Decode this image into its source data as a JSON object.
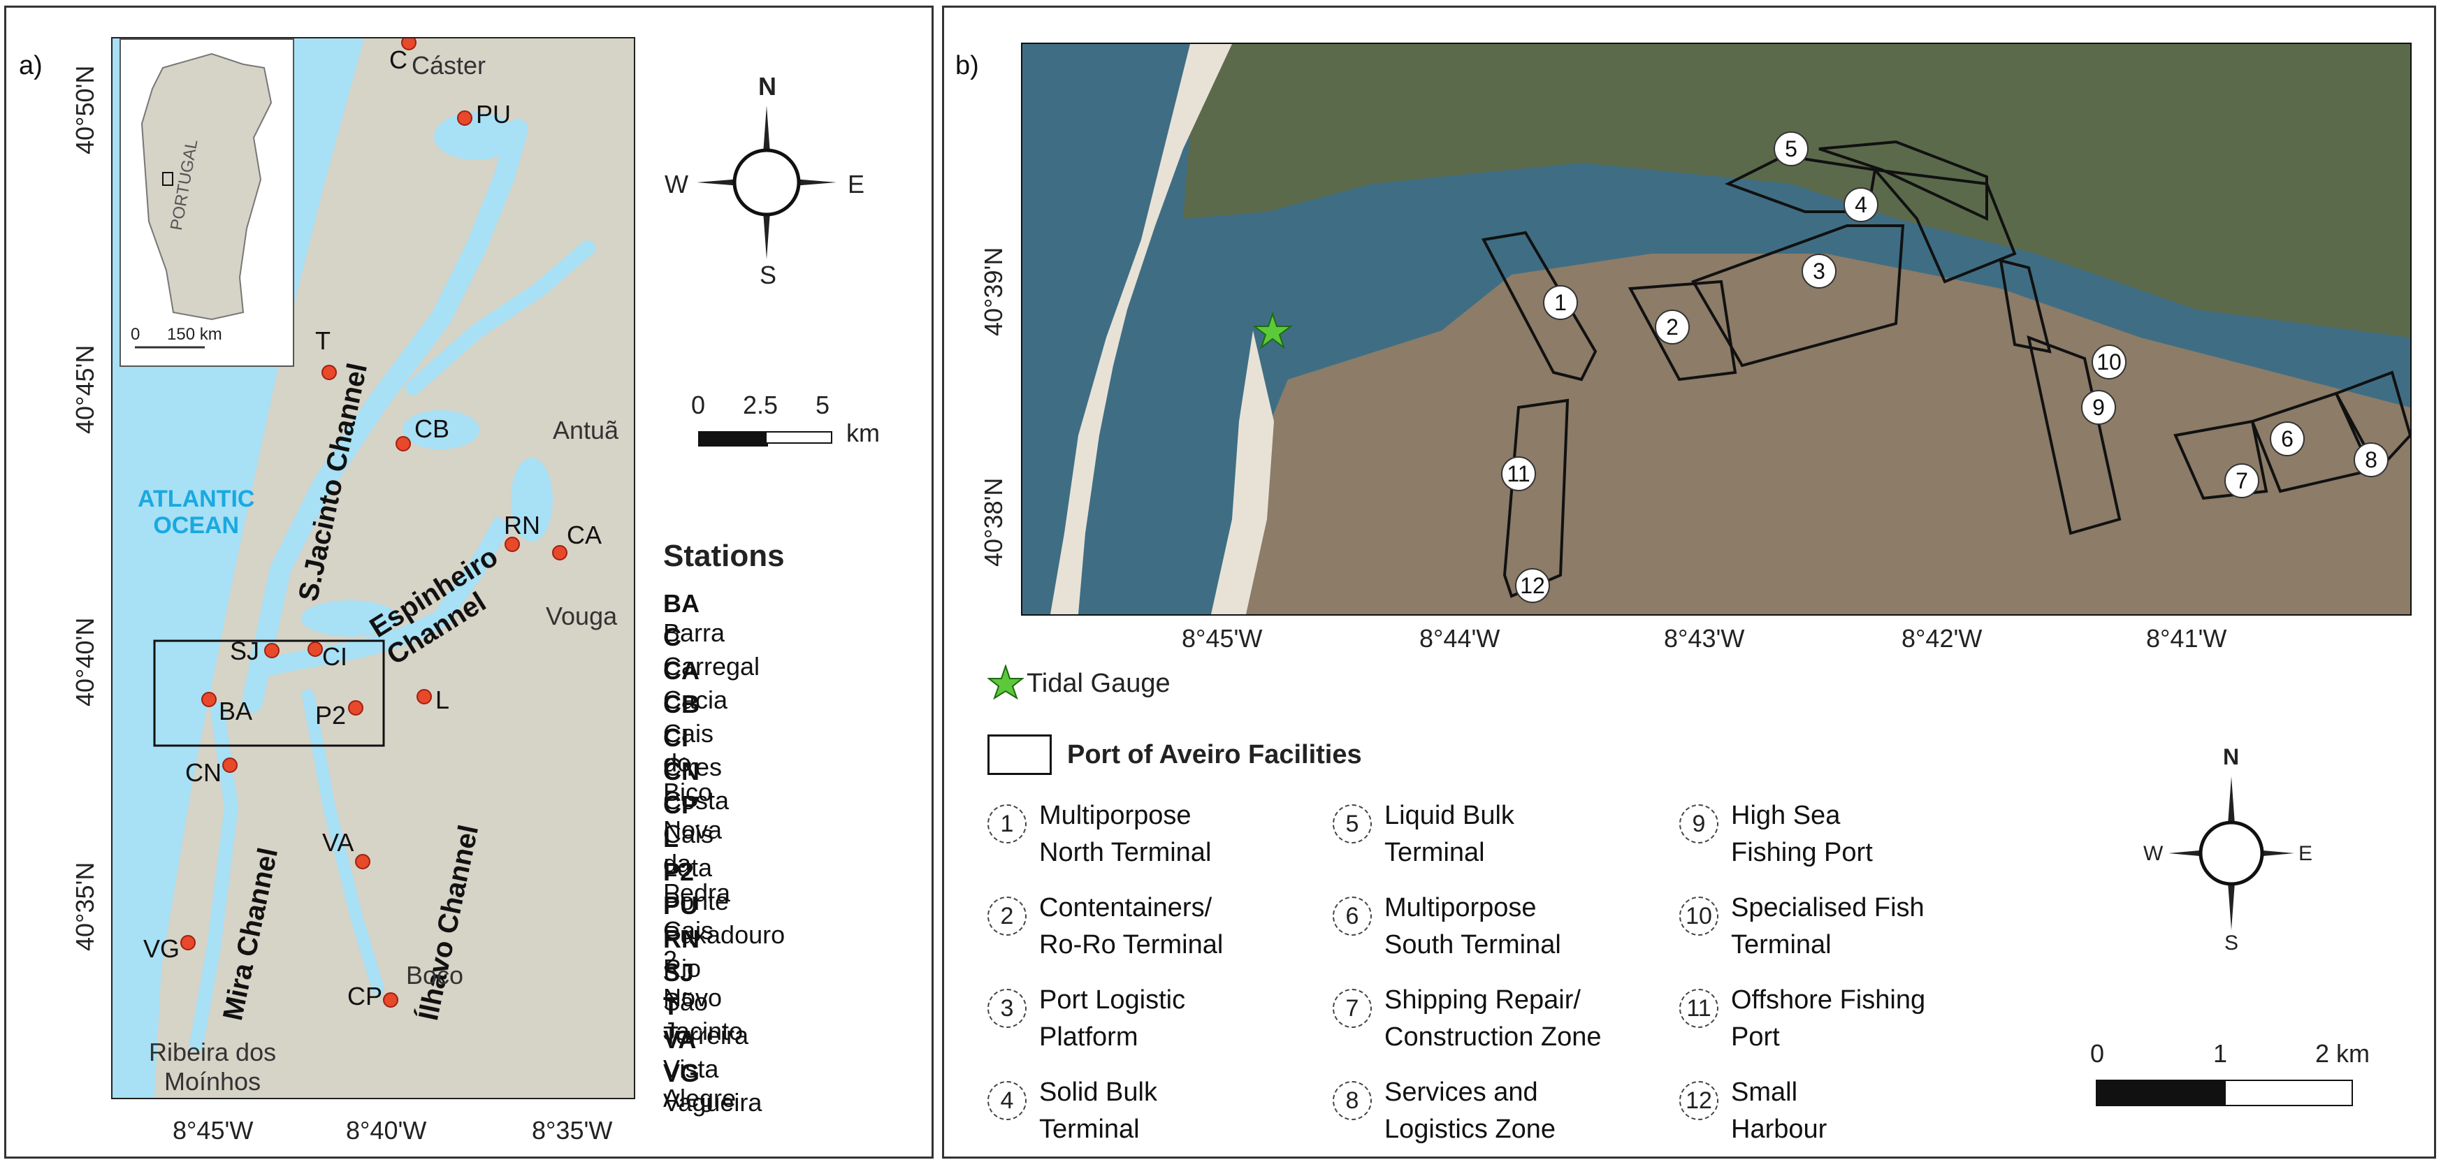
{
  "panel_a": {
    "label": "a)",
    "lat_ticks": [
      "40°50'N",
      "40°45'N",
      "40°40'N",
      "40°35'N"
    ],
    "lon_ticks": [
      "8°45'W",
      "8°40'W",
      "8°35'W"
    ],
    "inset": {
      "country": "PORTUGAL",
      "scale_start": "0",
      "scale_end": "150 km"
    },
    "ocean": "ATLANTIC\nOCEAN",
    "channels": [
      "S.Jacinto Channel",
      "Espinheiro\nChannel",
      "Ílhavo Channel",
      "Mira Channel"
    ],
    "places": [
      "Cáster",
      "Antuã",
      "Vouga",
      "Boco",
      "Ribeira dos\nMoínhos"
    ],
    "station_markers": [
      "C",
      "PU",
      "T",
      "CB",
      "RN",
      "CA",
      "SJ",
      "CI",
      "BA",
      "P2",
      "L",
      "CN",
      "VA",
      "VG",
      "CP"
    ],
    "compass": {
      "n": "N",
      "s": "S",
      "e": "E",
      "w": "W"
    },
    "scale": {
      "v0": "0",
      "v1": "2.5",
      "v2": "5",
      "unit": "km"
    },
    "legend_title": "Stations",
    "stations": [
      {
        "code": "BA",
        "name": "Barra"
      },
      {
        "code": "C",
        "name": "Carregal"
      },
      {
        "code": "CA",
        "name": "Cacia"
      },
      {
        "code": "CB",
        "name": "Cais do Bico"
      },
      {
        "code": "CI",
        "name": "Cires"
      },
      {
        "code": "CN",
        "name": "Costa Nova"
      },
      {
        "code": "CP",
        "name": "Cais da Pedra"
      },
      {
        "code": "L",
        "name": "Lota"
      },
      {
        "code": "P2",
        "name": "Ponte Cais 2"
      },
      {
        "code": "PU",
        "name": "Puxadouro"
      },
      {
        "code": "RN",
        "name": "Rio Novo"
      },
      {
        "code": "SJ",
        "name": "São Jacinto"
      },
      {
        "code": "T",
        "name": "Torreira"
      },
      {
        "code": "VA",
        "name": "Vista Alegre"
      },
      {
        "code": "VG",
        "name": "Vagueira"
      }
    ]
  },
  "panel_b": {
    "label": "b)",
    "lat_ticks": [
      "40°39'N",
      "40°38'N"
    ],
    "lon_ticks": [
      "8°45'W",
      "8°44'W",
      "8°43'W",
      "8°42'W",
      "8°41'W"
    ],
    "tidal_gauge": "Tidal Gauge",
    "facilities_title": "Port of Aveiro Facilities",
    "facilities": [
      {
        "n": "1",
        "label": "Multiporpose\nNorth Terminal"
      },
      {
        "n": "2",
        "label": "Contentainers/\nRo-Ro Terminal"
      },
      {
        "n": "3",
        "label": "Port Logistic\nPlatform"
      },
      {
        "n": "4",
        "label": "Solid Bulk\nTerminal"
      },
      {
        "n": "5",
        "label": "Liquid Bulk\nTerminal"
      },
      {
        "n": "6",
        "label": "Multiporpose\nSouth Terminal"
      },
      {
        "n": "7",
        "label": "Shipping Repair/\nConstruction Zone"
      },
      {
        "n": "8",
        "label": "Services and\nLogistics Zone"
      },
      {
        "n": "9",
        "label": "High Sea\nFishing Port"
      },
      {
        "n": "10",
        "label": "Specialised Fish\nTerminal"
      },
      {
        "n": "11",
        "label": "Offshore Fishing\nPort"
      },
      {
        "n": "12",
        "label": "Small\nHarbour"
      }
    ],
    "compass": {
      "n": "N",
      "s": "S",
      "e": "E",
      "w": "W"
    },
    "scale": {
      "v0": "0",
      "v1": "1",
      "v2": "2 km"
    }
  },
  "colors": {
    "water": "#a8e0f5",
    "land": "#d6d3c7",
    "station": "#e8492a",
    "gauge": "#5cc93a",
    "ocean_text": "#19a9e0"
  }
}
